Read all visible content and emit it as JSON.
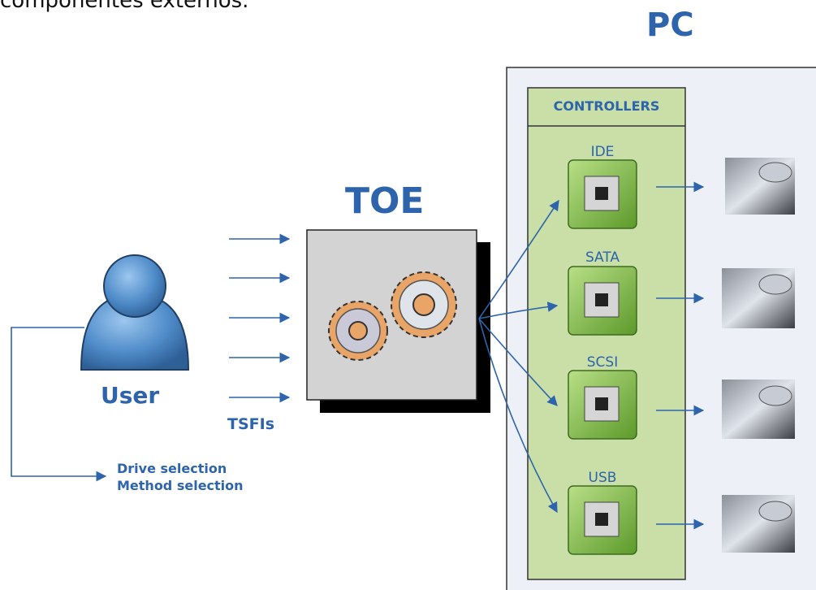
{
  "header_text": "componentes externos.",
  "pc": {
    "title": "PC"
  },
  "toe": {
    "title": "TOE"
  },
  "user": {
    "label": "User"
  },
  "tsfi": {
    "label": "TSFIs"
  },
  "selections": {
    "drive": "Drive selection",
    "method": "Method selection"
  },
  "controllers": {
    "title": "CONTROLLERS",
    "items": [
      {
        "label": "IDE"
      },
      {
        "label": "SATA"
      },
      {
        "label": "SCSI"
      },
      {
        "label": "USB"
      }
    ]
  },
  "colors": {
    "accent_blue": "#2d64ab",
    "panel_bg": "#eef0f7",
    "controllers_bg": "#c9dfa7",
    "chip_green": "#7fbf3f",
    "toe_bg": "#d3d3d3"
  }
}
